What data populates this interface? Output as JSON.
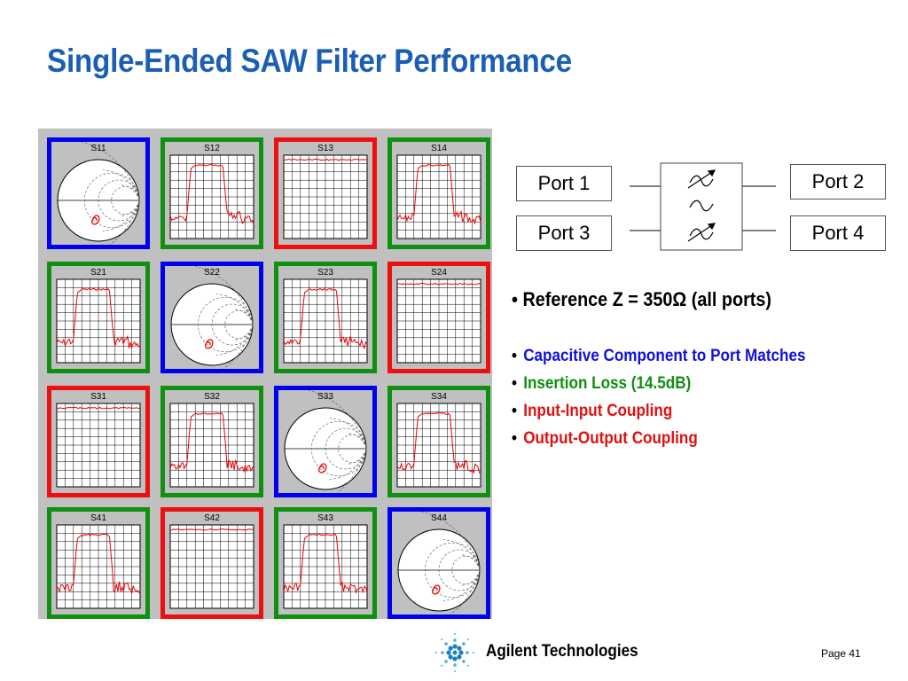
{
  "title": "Single-Ended SAW Filter Performance",
  "colors": {
    "title": "#1a5fb4",
    "border_match": "#0000ee",
    "border_insertion": "#109010",
    "border_coupling": "#ee1010",
    "trace": "#ee0000",
    "panel_bg": "#c0c0c0"
  },
  "matrix": {
    "cells": [
      [
        {
          "label": "S11",
          "kind": "smith",
          "border": "blue"
        },
        {
          "label": "S12",
          "kind": "bandpass",
          "border": "green"
        },
        {
          "label": "S13",
          "kind": "flat",
          "border": "red"
        },
        {
          "label": "S14",
          "kind": "bandpass",
          "border": "green"
        }
      ],
      [
        {
          "label": "S21",
          "kind": "bandpass",
          "border": "green"
        },
        {
          "label": "S22",
          "kind": "smith",
          "border": "blue"
        },
        {
          "label": "S23",
          "kind": "bandpass",
          "border": "green"
        },
        {
          "label": "S24",
          "kind": "flat",
          "border": "red"
        }
      ],
      [
        {
          "label": "S31",
          "kind": "flat",
          "border": "red"
        },
        {
          "label": "S32",
          "kind": "bandpass",
          "border": "green"
        },
        {
          "label": "S33",
          "kind": "smith",
          "border": "blue"
        },
        {
          "label": "S34",
          "kind": "bandpass",
          "border": "green"
        }
      ],
      [
        {
          "label": "S41",
          "kind": "bandpass",
          "border": "green"
        },
        {
          "label": "S42",
          "kind": "flat",
          "border": "red"
        },
        {
          "label": "S43",
          "kind": "bandpass",
          "border": "green"
        },
        {
          "label": "S44",
          "kind": "smith",
          "border": "blue"
        }
      ]
    ]
  },
  "ports": {
    "p1": "Port 1",
    "p2": "Port 2",
    "p3": "Port 3",
    "p4": "Port 4"
  },
  "reference": "Reference Z = 350Ω (all ports)",
  "bullets": [
    {
      "text": "Capacitive Component to Port Matches",
      "color": "#1010e0"
    },
    {
      "text": "Insertion Loss  (14.5dB)",
      "color": "#109010"
    },
    {
      "text": "Input-Input Coupling",
      "color": "#e01010"
    },
    {
      "text": "Output-Output Coupling",
      "color": "#e01010"
    }
  ],
  "footer": {
    "company": "Agilent Technologies",
    "page": "Page 41"
  }
}
